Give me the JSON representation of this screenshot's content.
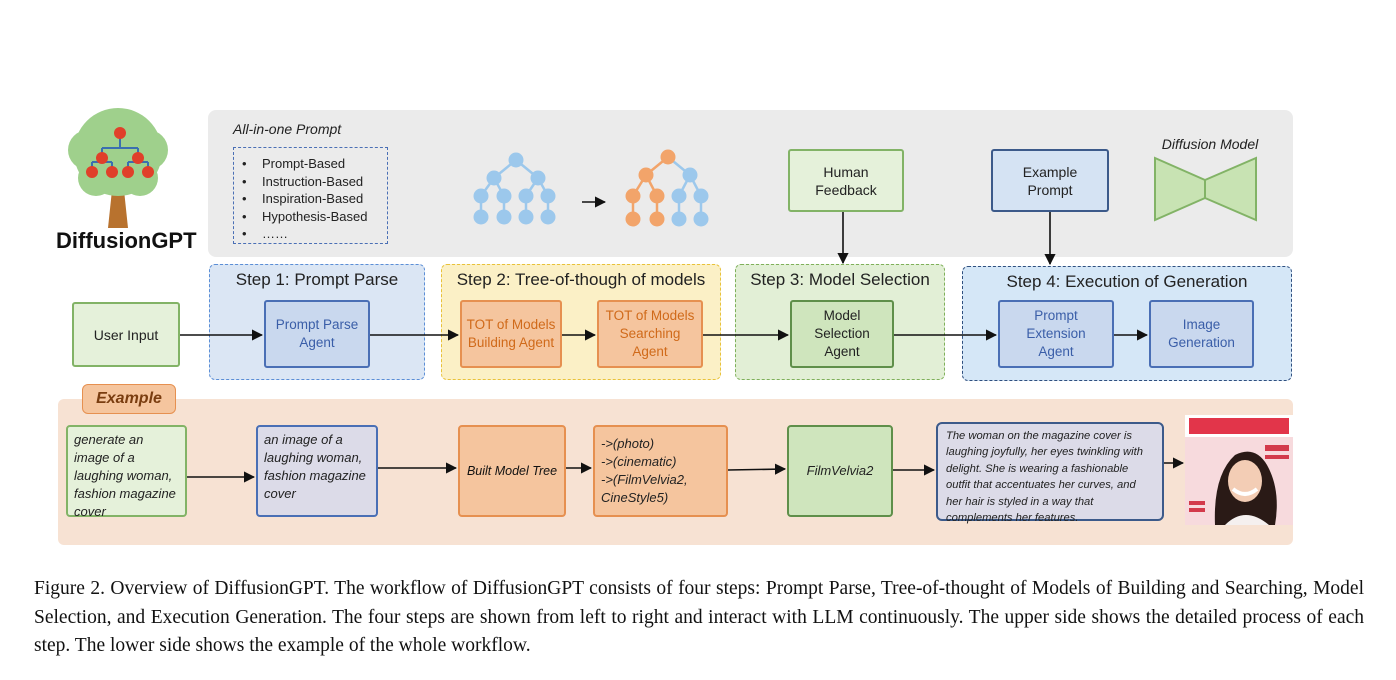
{
  "logo": {
    "title": "DiffusionGPT"
  },
  "top": {
    "all_in_one_title": "All-in-one Prompt",
    "prompt_types": [
      "Prompt-Based",
      "Instruction-Based",
      "Inspiration-Based",
      "Hypothesis-Based",
      "……"
    ],
    "human_feedback": "Human\nFeedback",
    "example_prompt": "Example\nPrompt",
    "diffusion_model": "Diffusion Model"
  },
  "steps": {
    "s1": {
      "title": "Step 1: Prompt Parse",
      "agent": "Prompt Parse\nAgent"
    },
    "s2": {
      "title": "Step 2: Tree-of-though of models",
      "build": "TOT of Models\nBuilding Agent",
      "search": "TOT of Models\nSearching Agent"
    },
    "s3": {
      "title": "Step 3: Model Selection",
      "agent": "Model Selection\nAgent"
    },
    "s4": {
      "title": "Step 4: Execution of Generation",
      "ext": "Prompt Extension\nAgent",
      "gen": "Image\nGeneration"
    }
  },
  "user_input": "User Input",
  "example": {
    "label": "Example",
    "input": "generate an image of a laughing woman, fashion magazine cover",
    "parsed": "an image of a laughing woman, fashion magazine cover",
    "tree": "Built Model Tree",
    "paths": "->(photo)\n->(cinematic)\n->(FilmVelvia2,\nCineStyle5)",
    "model": "FilmVelvia2",
    "extended": "The woman on the magazine cover is laughing joyfully, her eyes twinkling with delight. She is wearing a fashionable outfit that accentuates her curves, and her hair is styled in a way that complements her features."
  },
  "caption": "Figure 2. Overview of DiffusionGPT. The workflow of DiffusionGPT consists of four steps: Prompt Parse, Tree-of-thought of Models of Building and Searching, Model Selection, and Execution Generation. The four steps are shown from left to right and interact with LLM continuously. The upper side shows the detailed process of each step. The lower side shows the example of the whole workflow.",
  "colors": {
    "tree_blue": "#9cc8ec",
    "tree_orange": "#f2a46a",
    "logo_red": "#e0402a",
    "logo_green": "#9fd08c"
  }
}
